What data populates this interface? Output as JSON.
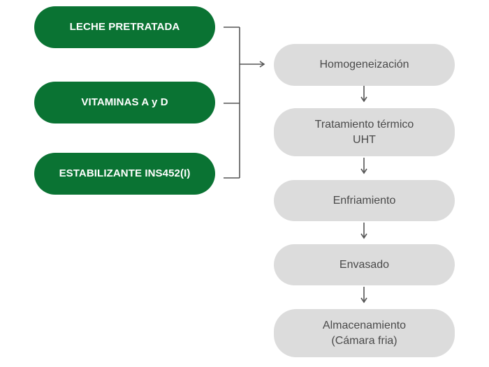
{
  "inputs": [
    {
      "label": "LECHE PRETRATADA"
    },
    {
      "label": "VITAMINAS A y D"
    },
    {
      "label": "ESTABILIZANTE INS452(I)"
    }
  ],
  "steps": [
    {
      "label": "Homogeneización"
    },
    {
      "label": "Tratamiento térmico\nUHT"
    },
    {
      "label": "Enfriamiento"
    },
    {
      "label": "Envasado"
    },
    {
      "label": "Almacenamiento\n(Cámara fria)"
    }
  ],
  "colors": {
    "input_fill": "#0a7333",
    "step_fill": "#dcdcdc",
    "connector": "#555555"
  }
}
